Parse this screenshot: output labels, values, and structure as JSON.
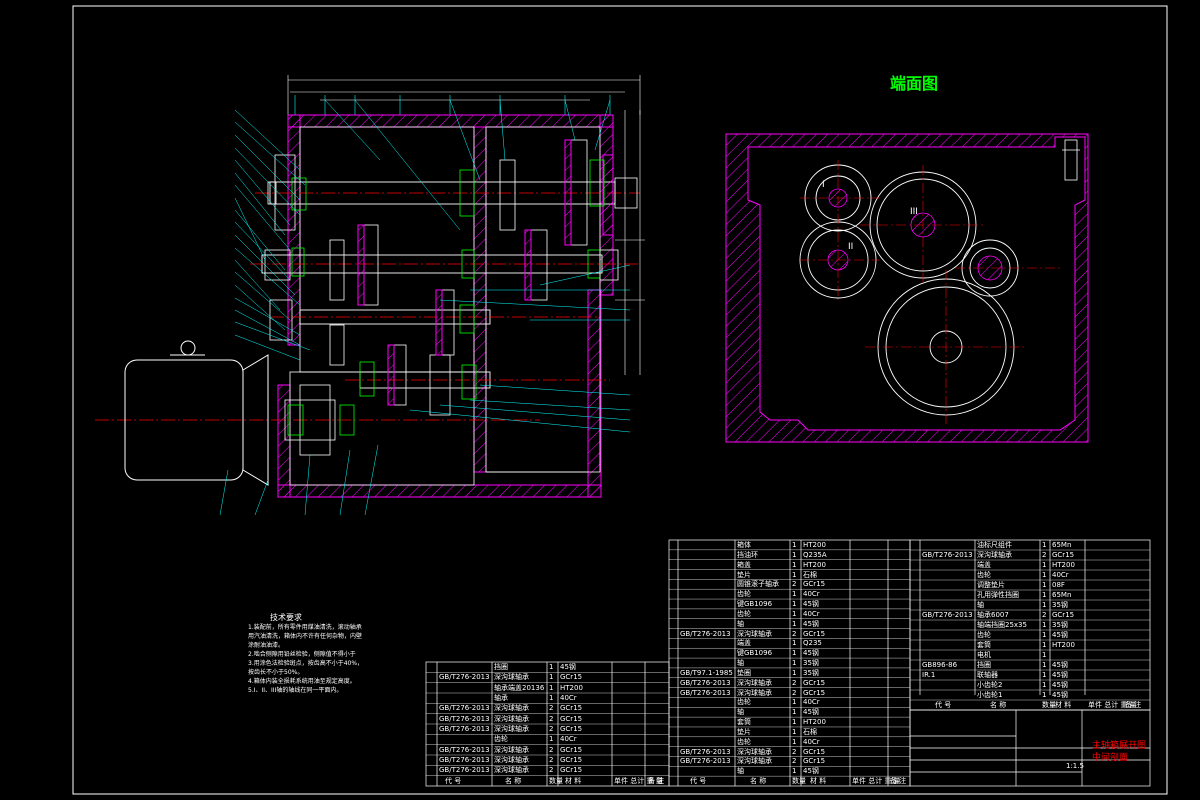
{
  "colors": {
    "background": "#000000",
    "outline": "#ffffff",
    "section_hatch": "#ff00ff",
    "leader": "#00ffff",
    "centerline": "#ff0000",
    "table_line": "#ffffff",
    "title_text": "#00ff00"
  },
  "views": {
    "end_view_title": "端面图",
    "shaft_marks": [
      "I",
      "II",
      "III"
    ]
  },
  "tech_notes": {
    "heading": "技术要求",
    "lines": [
      "1.装配前，所有零件用煤油清洗，滚动轴承",
      "  用汽油清洗，箱体内不许有任何杂物，内壁",
      "  涂耐油油漆。",
      "2.啮合侧隙用铅丝检验，侧隙值不得小于",
      "3.用涂色法检验斑点，按齿高不小于40%，",
      "  按齿长不小于50%。",
      "4.箱体内装全损耗系统用油至规定高度。",
      "5.I、II、III轴的轴线在同一平面内。"
    ]
  },
  "bom_left": {
    "rows": [
      {
        "no": "",
        "std": "",
        "name": "挡圈",
        "qty": "1",
        "mat": "45钢"
      },
      {
        "no": "",
        "std": "GB/T276-2013",
        "name": "深沟球轴承",
        "qty": "1",
        "mat": "GCr15"
      },
      {
        "no": "",
        "std": "",
        "name": "轴承端盖20136",
        "qty": "1",
        "mat": "HT200"
      },
      {
        "no": "",
        "std": "",
        "name": "轴承",
        "qty": "1",
        "mat": "40Cr"
      },
      {
        "no": "",
        "std": "GB/T276-2013",
        "name": "深沟球轴承",
        "qty": "2",
        "mat": "GCr15"
      },
      {
        "no": "",
        "std": "GB/T276-2013",
        "name": "深沟球轴承",
        "qty": "2",
        "mat": "GCr15"
      },
      {
        "no": "",
        "std": "GB/T276-2013",
        "name": "深沟球轴承",
        "qty": "2",
        "mat": "GCr15"
      },
      {
        "no": "",
        "std": "",
        "name": "齿轮",
        "qty": "1",
        "mat": "40Cr"
      },
      {
        "no": "",
        "std": "GB/T276-2013",
        "name": "深沟球轴承",
        "qty": "2",
        "mat": "GCr15"
      },
      {
        "no": "",
        "std": "GB/T276-2013",
        "name": "深沟球轴承",
        "qty": "2",
        "mat": "GCr15"
      },
      {
        "no": "",
        "std": "GB/T276-2013",
        "name": "深沟球轴承",
        "qty": "2",
        "mat": "GCr15"
      }
    ],
    "footer": [
      "代 号",
      "名 称",
      "数量",
      "材 料",
      "单件 总计 重 量",
      "备 注"
    ]
  },
  "bom_mid": {
    "rows": [
      {
        "no": "",
        "std": "",
        "name": "箱体",
        "qty": "1",
        "mat": "HT200"
      },
      {
        "no": "",
        "std": "",
        "name": "挡油环",
        "qty": "1",
        "mat": "Q235A"
      },
      {
        "no": "",
        "std": "",
        "name": "箱盖",
        "qty": "1",
        "mat": "HT200"
      },
      {
        "no": "",
        "std": "",
        "name": "垫片",
        "qty": "1",
        "mat": "石棉"
      },
      {
        "no": "",
        "std": "",
        "name": "圆锥滚子轴承",
        "qty": "2",
        "mat": "GCr15"
      },
      {
        "no": "",
        "std": "",
        "name": "齿轮",
        "qty": "1",
        "mat": "40Cr"
      },
      {
        "no": "",
        "std": "",
        "name": "键GB1096",
        "qty": "1",
        "mat": "45钢"
      },
      {
        "no": "",
        "std": "",
        "name": "齿轮",
        "qty": "1",
        "mat": "40Cr"
      },
      {
        "no": "",
        "std": "",
        "name": "轴",
        "qty": "1",
        "mat": "45钢"
      },
      {
        "no": "",
        "std": "GB/T276-2013",
        "name": "深沟球轴承",
        "qty": "2",
        "mat": "GCr15"
      },
      {
        "no": "",
        "std": "",
        "name": "端盖",
        "qty": "1",
        "mat": "Q235"
      },
      {
        "no": "",
        "std": "",
        "name": "键GB1096",
        "qty": "1",
        "mat": "45钢"
      },
      {
        "no": "",
        "std": "",
        "name": "轴",
        "qty": "1",
        "mat": "35钢"
      },
      {
        "no": "",
        "std": "GB/T97.1-1985",
        "name": "垫圈",
        "qty": "1",
        "mat": "35钢"
      },
      {
        "no": "",
        "std": "GB/T276-2013",
        "name": "深沟球轴承",
        "qty": "2",
        "mat": "GCr15"
      },
      {
        "no": "",
        "std": "GB/T276-2013",
        "name": "深沟球轴承",
        "qty": "2",
        "mat": "GCr15"
      },
      {
        "no": "",
        "std": "",
        "name": "齿轮",
        "qty": "1",
        "mat": "40Cr"
      },
      {
        "no": "",
        "std": "",
        "name": "轴",
        "qty": "1",
        "mat": "45钢"
      },
      {
        "no": "",
        "std": "",
        "name": "套筒",
        "qty": "1",
        "mat": "HT200"
      },
      {
        "no": "",
        "std": "",
        "name": "垫片",
        "qty": "1",
        "mat": "石棉"
      },
      {
        "no": "",
        "std": "",
        "name": "齿轮",
        "qty": "1",
        "mat": "40Cr"
      },
      {
        "no": "",
        "std": "GB/T276-2013",
        "name": "深沟球轴承",
        "qty": "2",
        "mat": "GCr15"
      },
      {
        "no": "",
        "std": "GB/T276-2013",
        "name": "深沟球轴承",
        "qty": "2",
        "mat": "GCr15"
      },
      {
        "no": "",
        "std": "",
        "name": "轴",
        "qty": "1",
        "mat": "45钢"
      }
    ],
    "footer": [
      "代 号",
      "名 称",
      "数量",
      "材 料",
      "单件 总计 重 量",
      "备 注"
    ]
  },
  "bom_right": {
    "rows": [
      {
        "no": "",
        "std": "",
        "name": "油标尺组件",
        "qty": "1",
        "mat": "65Mn"
      },
      {
        "no": "",
        "std": "GB/T276-2013",
        "name": "深沟球轴承",
        "qty": "2",
        "mat": "GCr15"
      },
      {
        "no": "",
        "std": "",
        "name": "端盖",
        "qty": "1",
        "mat": "HT200"
      },
      {
        "no": "",
        "std": "",
        "name": "齿轮",
        "qty": "1",
        "mat": "40Cr"
      },
      {
        "no": "",
        "std": "",
        "name": "调整垫片",
        "qty": "1",
        "mat": "08F"
      },
      {
        "no": "",
        "std": "",
        "name": "孔用弹性挡圈",
        "qty": "1",
        "mat": "65Mn"
      },
      {
        "no": "",
        "std": "",
        "name": "轴",
        "qty": "1",
        "mat": "35钢"
      },
      {
        "no": "",
        "std": "GB/T276-2013",
        "name": "轴承6007",
        "qty": "2",
        "mat": "GCr15"
      },
      {
        "no": "",
        "std": "",
        "name": "轴端挡圈25x35",
        "qty": "1",
        "mat": "35钢"
      },
      {
        "no": "",
        "std": "",
        "name": "齿轮",
        "qty": "1",
        "mat": "45钢"
      },
      {
        "no": "",
        "std": "",
        "name": "套筒",
        "qty": "1",
        "mat": "HT200"
      },
      {
        "no": "",
        "std": "",
        "name": "电机",
        "qty": "1",
        "mat": ""
      },
      {
        "no": "",
        "std": "GB896-86",
        "name": "挡圈",
        "qty": "1",
        "mat": "45钢"
      },
      {
        "no": "",
        "std": "IR.1",
        "name": "联轴器",
        "qty": "1",
        "mat": "45钢"
      },
      {
        "no": "",
        "std": "",
        "name": "小齿轮2",
        "qty": "1",
        "mat": "45钢"
      },
      {
        "no": "",
        "std": "",
        "name": "小齿轮1",
        "qty": "1",
        "mat": "45钢"
      }
    ],
    "footer": [
      "代 号",
      "名 称",
      "数量",
      "材 料",
      "单件 总计 重 量",
      "备 注"
    ]
  },
  "title_block": {
    "drawing_title": "主轴箱展开图",
    "drawing_subtitle": "中间剖面",
    "scale": "1:1.5"
  }
}
